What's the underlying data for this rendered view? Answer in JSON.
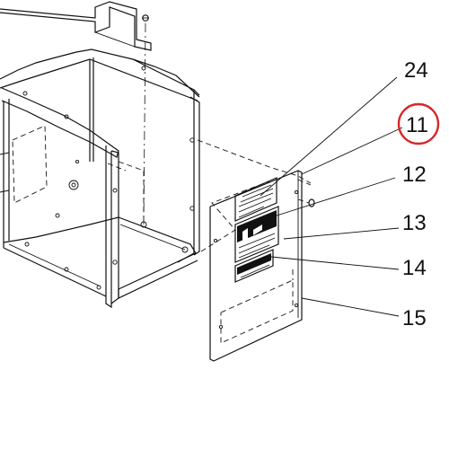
{
  "callouts": [
    {
      "id": "24",
      "text": "24"
    },
    {
      "id": "11",
      "text": "11",
      "highlighted": true
    },
    {
      "id": "12",
      "text": "12"
    },
    {
      "id": "13",
      "text": "13"
    },
    {
      "id": "14",
      "text": "14"
    },
    {
      "id": "15",
      "text": "15"
    }
  ],
  "colors": {
    "line": "#111111",
    "highlight_circle": "#d62828",
    "background": "#ffffff"
  }
}
